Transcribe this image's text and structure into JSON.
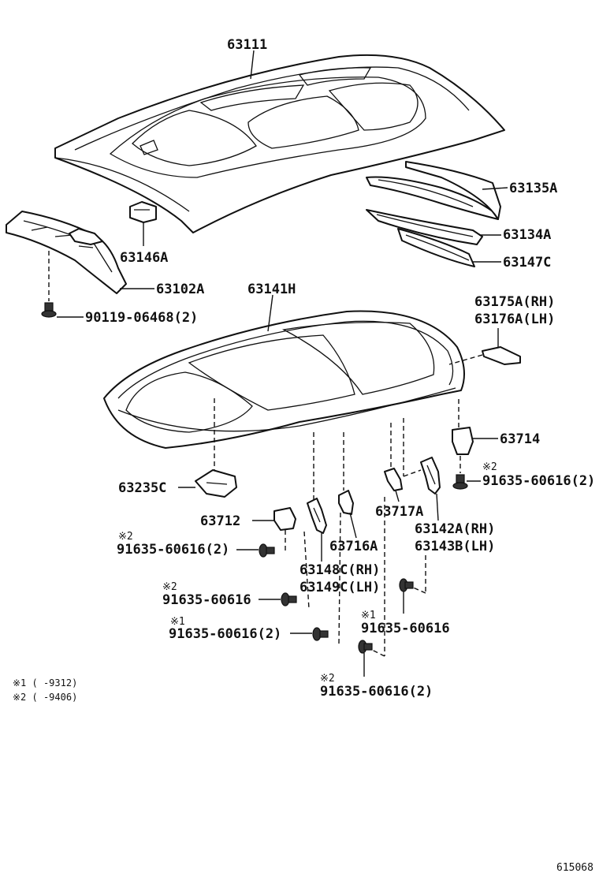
{
  "labels": {
    "p63111": "63111",
    "p63135A": "63135A",
    "p63134A": "63134A",
    "p63147C": "63147C",
    "p63146A": "63146A",
    "p63102A": "63102A",
    "p63141H": "63141H",
    "p90119": "90119-06468(2)",
    "p63175A": "63175A(RH)",
    "p63176A": "63176A(LH)",
    "p63714": "63714",
    "p63235C": "63235C",
    "p91635_right_note": "※2",
    "p91635_right": "91635-60616(2)",
    "p63717A": "63717A",
    "p63712": "63712",
    "p63142A": "63142A(RH)",
    "p63143B": "63143B(LH)",
    "p91635_left_note": "※2",
    "p91635_left": "91635-60616(2)",
    "p63716A": "63716A",
    "p63148C": "63148C(RH)",
    "p63149C": "63149C(LH)",
    "p91635_mid1_note": "※2",
    "p91635_mid1": "91635-60616",
    "p91635_mid2_note": "※1",
    "p91635_mid2": "91635-60616(2)",
    "p91635_mid3_note": "※1",
    "p91635_mid3": "91635-60616",
    "p91635_bottom_note": "※2",
    "p91635_bottom": "91635-60616(2)"
  },
  "footnotes": {
    "note1": "※1 (    -9312)",
    "note2": "※2 (    -9406)"
  },
  "figure_id": "615068"
}
